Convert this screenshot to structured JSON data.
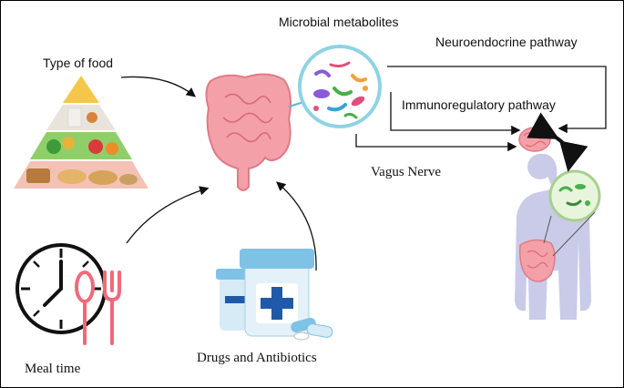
{
  "labels": {
    "type_of_food": "Type of food",
    "microbial_metabolites": "Microbial metabolites",
    "neuroendocrine_pathway": "Neuroendocrine pathway",
    "immunoregulatory_pathway": "Immunoregulatory pathway",
    "vagus_nerve": "Vagus Nerve",
    "meal_time": "Meal time",
    "drugs_and_antibiotics": "Drugs and Antibiotics"
  },
  "colors": {
    "intestine": "#f4a0a8",
    "intestine_dark": "#e07a86",
    "human_silhouette": "#c9cbe8",
    "microbe_circle": "#b8e3ec",
    "arrow": "#111111",
    "clock_stroke": "#111111",
    "cutlery": "#f06a7a",
    "bottle_cap": "#7ec3e6",
    "bottle_cross": "#1e5aa8"
  },
  "icons": [
    "food-pyramid-icon",
    "intestine-icon",
    "microbes-icon",
    "brain-icon",
    "human-body-icon",
    "clock-icon",
    "fork-spoon-icon",
    "medicine-bottle-icon",
    "pills-icon"
  ]
}
